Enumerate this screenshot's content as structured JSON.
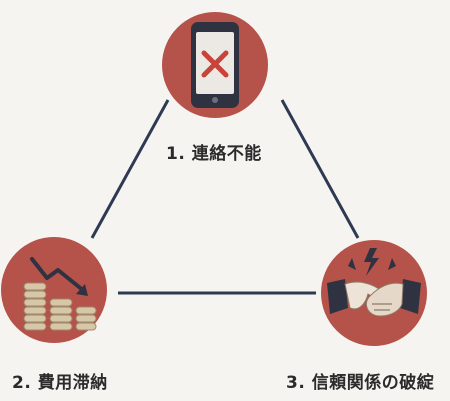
{
  "diagram": {
    "nodes": [
      {
        "label": "1. 連絡不能",
        "icon": "phone-cross-icon"
      },
      {
        "label": "2. 費用滞納",
        "icon": "falling-coins-icon"
      },
      {
        "label": "3. 信頼関係の破綻",
        "icon": "broken-handshake-icon"
      }
    ],
    "colors": {
      "circle": "#b5524a",
      "line": "#2e3a52",
      "background": "#f6f4f1",
      "cross": "#c8443b"
    }
  }
}
